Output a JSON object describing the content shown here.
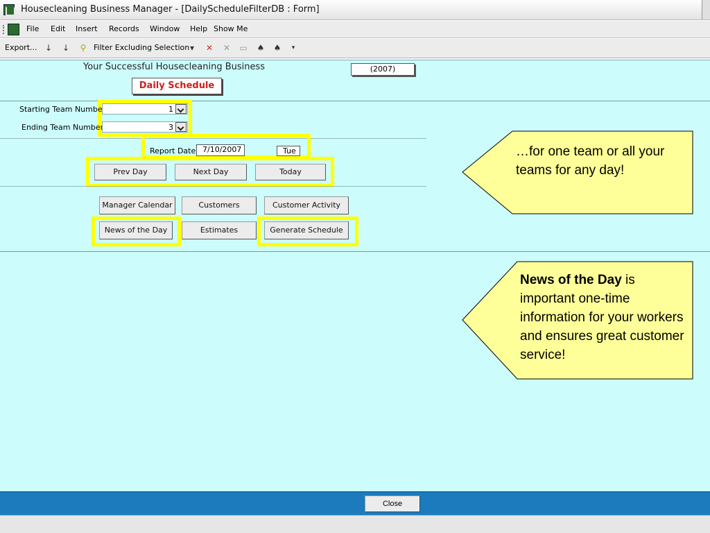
{
  "window": {
    "title": "Housecleaning Business Manager - [DailyScheduleFilterDB : Form]"
  },
  "menu": {
    "items": [
      "File",
      "Edit",
      "Insert",
      "Records",
      "Window",
      "Help",
      "Show Me"
    ]
  },
  "toolbar": {
    "export_label": "Export...",
    "filter_excluding_label": "Filter Excluding Selection"
  },
  "form": {
    "heading": "Your Successful Housecleaning Business",
    "year": "(2007)",
    "title": "Daily Schedule",
    "starting_team_label": "Starting Team Number",
    "starting_team_value": "1",
    "ending_team_label": "Ending Team Number",
    "ending_team_value": "3",
    "report_date_label": "Report Date",
    "report_date_value": "7/10/2007",
    "day_value": "Tue",
    "buttons": {
      "prev_day": "Prev Day",
      "next_day": "Next Day",
      "today": "Today",
      "manager_calendar": "Manager Calendar",
      "customers": "Customers",
      "customer_activity": "Customer Activity",
      "news_of_the_day": "News of the Day",
      "estimates": "Estimates",
      "generate_schedule": "Generate Schedule"
    }
  },
  "callouts": {
    "first": "…for one team or all your teams for any day!",
    "second_bold": "News of the Day",
    "second_rest": " is important one-time information for your workers and ensures great customer service!"
  },
  "footer": {
    "close_label": "Close"
  },
  "colors": {
    "form_bg": "#ccfcfc",
    "highlight": "#ffff00",
    "callout_fill": "#ffff99",
    "footer_blue": "#1b7bbd",
    "title_red": "#cc2020"
  }
}
